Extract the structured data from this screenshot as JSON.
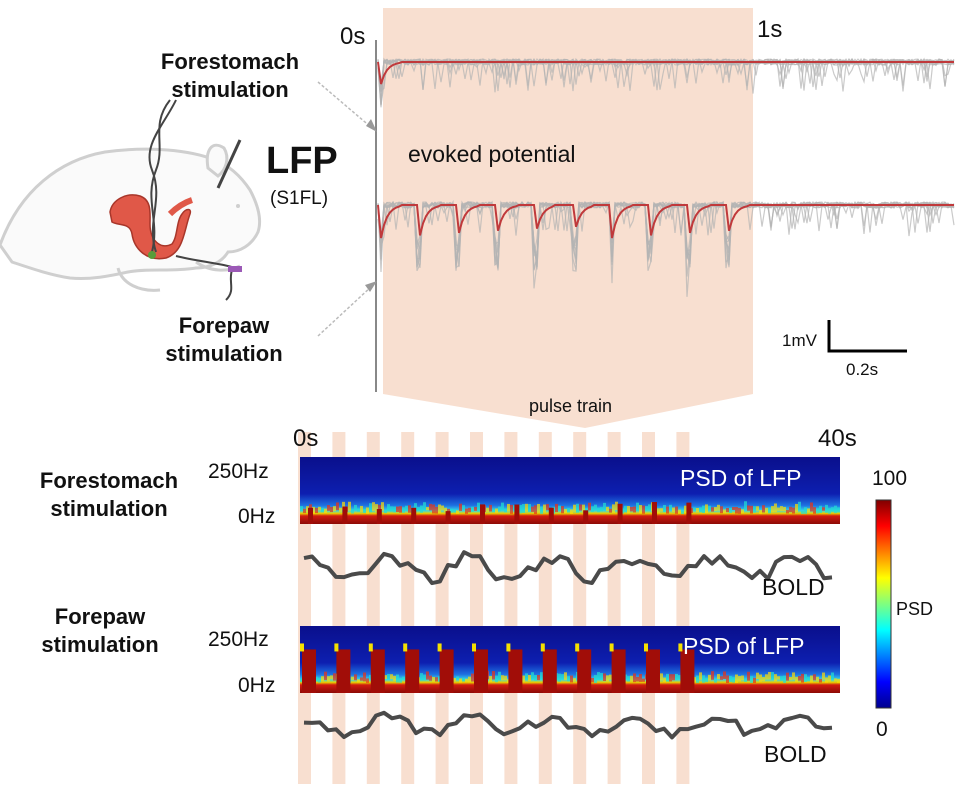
{
  "top_panel": {
    "time_start": "0s",
    "time_end": "1s",
    "evoked_label": "evoked potential",
    "scale_voltage": "1mV",
    "scale_time": "0.2s"
  },
  "left_panel": {
    "lfp_title": "LFP",
    "lfp_subtitle": "(S1FL)",
    "forestomach_line1": "Forestomach",
    "forestomach_line2": "stimulation",
    "forepaw_line1": "Forepaw",
    "forepaw_line2": "stimulation"
  },
  "bottom_panel": {
    "pulse_label": "pulse train",
    "time_start": "0s",
    "time_end": "40s",
    "freq_high": "250Hz",
    "freq_low": "0Hz",
    "psd_label": "PSD of LFP",
    "bold_label": "BOLD",
    "row1_line1": "Forestomach",
    "row1_line2": "stimulation",
    "row2_line1": "Forepaw",
    "row2_line2": "stimulation"
  },
  "colorbar": {
    "max": "100",
    "min": "0",
    "label": "PSD"
  },
  "colors": {
    "highlight": "#f8dfd0",
    "trace_gray": "#b3b3b3",
    "trace_red": "#c0393b",
    "bold_line": "#4a4a4a"
  }
}
